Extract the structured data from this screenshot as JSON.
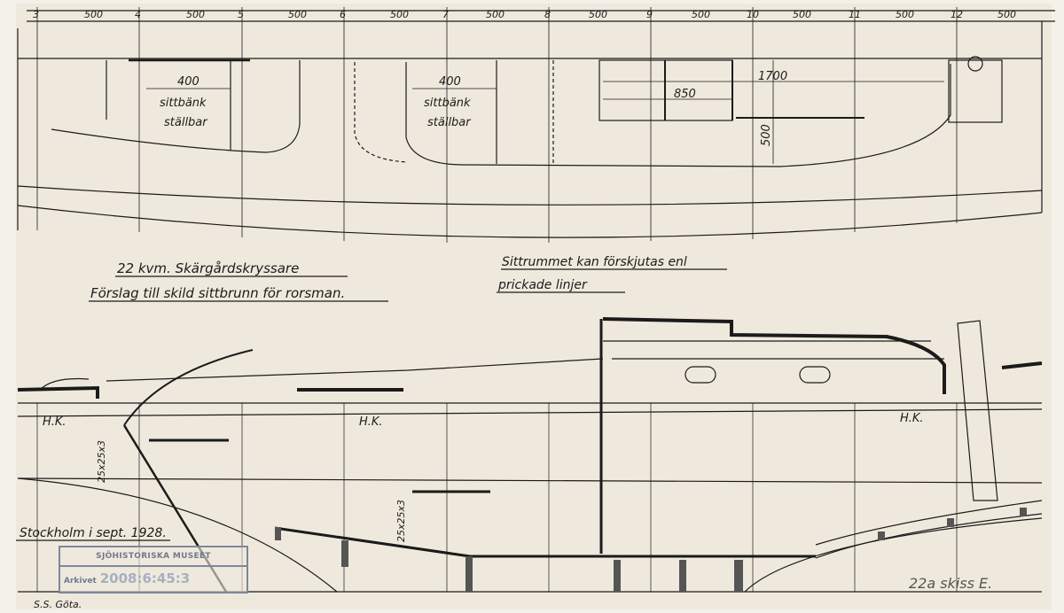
{
  "colors": {
    "paper": "#f4f1ea",
    "ink": "#1b1b1b",
    "stamp": "#7d8799"
  },
  "ruler": {
    "stations": [
      "3",
      "4",
      "5",
      "6",
      "7",
      "8",
      "9",
      "10",
      "11",
      "12"
    ],
    "spacing_label": "500"
  },
  "plan_view": {
    "bench_width_1": "400",
    "bench_1_label": "sittbänk",
    "bench_1_sub": "ställbar",
    "bench_width_2": "400",
    "bench_2_label": "sittbänk",
    "bench_2_sub": "ställbar",
    "dim_850": "850",
    "dim_1700": "1700",
    "dim_500": "500"
  },
  "title": {
    "line1": "22 kvm. Skärgårdskryssare",
    "line2": "Förslag till skild sittbrunn för rorsman."
  },
  "note": {
    "line1": "Sittrummet kan förskjutas enl",
    "line2": "prickade linjer"
  },
  "profile_view": {
    "hk_label": "H.K.",
    "beam_label": "25x25x3"
  },
  "signature": "Stockholm i sept. 1928.",
  "stamp": {
    "museum": "SJÖHISTORISKA MUSEET",
    "archive_label": "Arkivet",
    "archive_number": "2008:6:45:3"
  },
  "yard": "S.S. Göta.",
  "sheet_id": "22a skiss E."
}
